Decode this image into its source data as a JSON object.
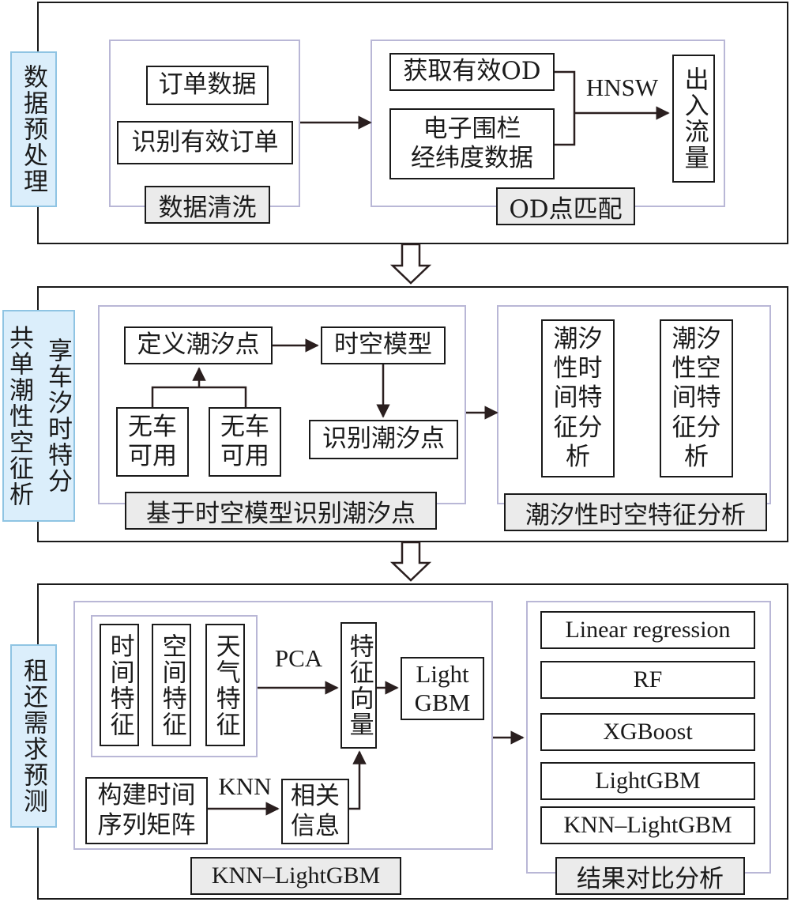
{
  "stage1": {
    "side_label": "数据预处理",
    "cleaning": {
      "items": [
        "订单数据",
        "识别有效订单"
      ],
      "caption": "数据清洗"
    },
    "od": {
      "valid_od": "获取有效OD",
      "fence_line1": "电子围栏",
      "fence_line2": "经纬度数据",
      "method": "HNSW",
      "flow": "出入流量",
      "caption": "OD点匹配"
    }
  },
  "stage2": {
    "side_label_col1": "共单潮性空征析",
    "side_label_col2": "享车汐时特分",
    "identify": {
      "define": "定义潮汐点",
      "model": "时空模型",
      "no_car_left": "无车可用",
      "no_car_right": "无车可用",
      "identify_point": "识别潮汐点",
      "caption": "基于时空模型识别潮汐点"
    },
    "analysis": {
      "temporal": "潮汐性时间特征分析",
      "spatial": "潮汐性空间特征分析",
      "caption": "潮汐性时空特征分析"
    }
  },
  "stage3": {
    "side_label": "租还需求预测",
    "model": {
      "features": [
        "时间特征",
        "空间特征",
        "天气特征"
      ],
      "pca": "PCA",
      "feature_vector": "特征向量",
      "lightgbm_line1": "Light",
      "lightgbm_line2": "GBM",
      "matrix_line1": "构建时间",
      "matrix_line2": "序列矩阵",
      "knn": "KNN",
      "related_line1": "相关",
      "related_line2": "信息",
      "caption": "KNN–LightGBM"
    },
    "results": {
      "models": [
        "Linear regression",
        "RF",
        "XGBoost",
        "LightGBM",
        "KNN–LightGBM"
      ],
      "caption": "结果对比分析"
    }
  }
}
